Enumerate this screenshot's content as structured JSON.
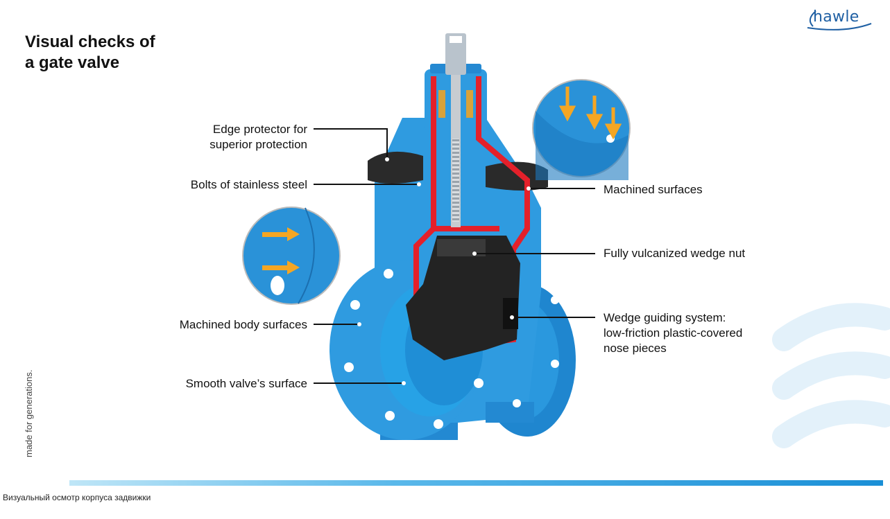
{
  "slide": {
    "title_line1": "Visual checks of",
    "title_line2": "a gate valve",
    "logo_text": "hawle",
    "tagline": "made for generations.",
    "caption": "Визуальный осмотр корпуса задвижки"
  },
  "labels": {
    "edge_protector_line1": "Edge protector for",
    "edge_protector_line2": "superior protection",
    "bolts": "Bolts of stainless steel",
    "machined_body": "Machined body surfaces",
    "smooth_surface": "Smooth valve’s surface",
    "machined_surfaces": "Machined surfaces",
    "wedge_nut": "Fully vulcanized wedge nut",
    "wedge_guide_line1": "Wedge guiding system:",
    "wedge_guide_line2": "low-friction plastic-covered",
    "wedge_guide_line3": "nose pieces"
  },
  "colors": {
    "valve_blue": "#2f9be0",
    "valve_dark_blue": "#1c7cc4",
    "cut_red": "#e4202a",
    "wedge_black": "#222222",
    "arrow_orange": "#f5a623",
    "brand_blue": "#1e5fa3"
  }
}
